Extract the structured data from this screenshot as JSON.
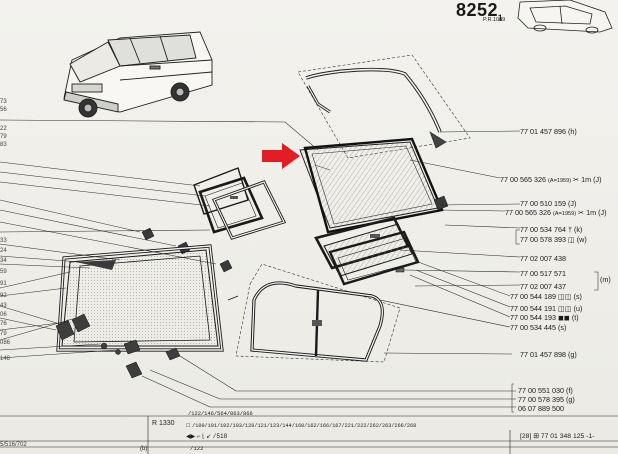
{
  "header": {
    "page_number": "8252",
    "page_number_suffix": "1",
    "page_ref": "P.R.1009"
  },
  "left_edge_numbers": [
    "73",
    "56",
    "22",
    "79",
    "83",
    "33",
    "24",
    "34",
    "59",
    "91",
    "92",
    "43",
    "06",
    "76",
    "79",
    "086",
    "148",
    "5/516/702"
  ],
  "parts": [
    {
      "ref": "77 01 457 896 (h)"
    },
    {
      "ref": "77 00 565 326",
      "note": "(A=1959)",
      "icon": "scissors-icon",
      "suffix": "1m (J)"
    },
    {
      "ref": "77 00 510 159 (J)"
    },
    {
      "ref": "77 00 565 326",
      "note": "(A=1959)",
      "icon": "scissors-icon",
      "suffix": "1m (J)"
    },
    {
      "ref": "77 00 534 764",
      "icon": "dagger-icon",
      "suffix": "(k)"
    },
    {
      "ref": "77 00 578 393",
      "icon": "glasses-icon",
      "suffix": "(w)"
    },
    {
      "ref": "77 02 007 438"
    },
    {
      "ref": "77 00 517 571"
    },
    {
      "ref": "77 02 007 437"
    },
    {
      "ref": "77 00 544 189",
      "icon": "glasses-icon",
      "suffix": "(s)"
    },
    {
      "ref": "77 00 544 191",
      "icon": "glasses-icon",
      "suffix": "(u)"
    },
    {
      "ref": "77 00 544 193",
      "icon": "glasses-icon",
      "suffix": "(t)"
    },
    {
      "ref": "77 00 534 445",
      "suffix": "(s)"
    },
    {
      "ref": "77 01 457 898 (g)"
    },
    {
      "ref": "77 00 551 030 (f)"
    },
    {
      "ref": "77 00 578 395 (g)"
    },
    {
      "ref": "06 07 889 500"
    }
  ],
  "bracket_m": "(m)",
  "footer": {
    "model_code": "R 1330",
    "line1": "/122/146/564/863/866",
    "line2": "/100/101/102/103/120/121/123/144/160/162/166/167/221/222/262/263/266/268",
    "line3": "/518",
    "line4": "/122",
    "b_label": "(b)",
    "box_label": "[28]",
    "ref": "77 01 348 125 -1-"
  }
}
